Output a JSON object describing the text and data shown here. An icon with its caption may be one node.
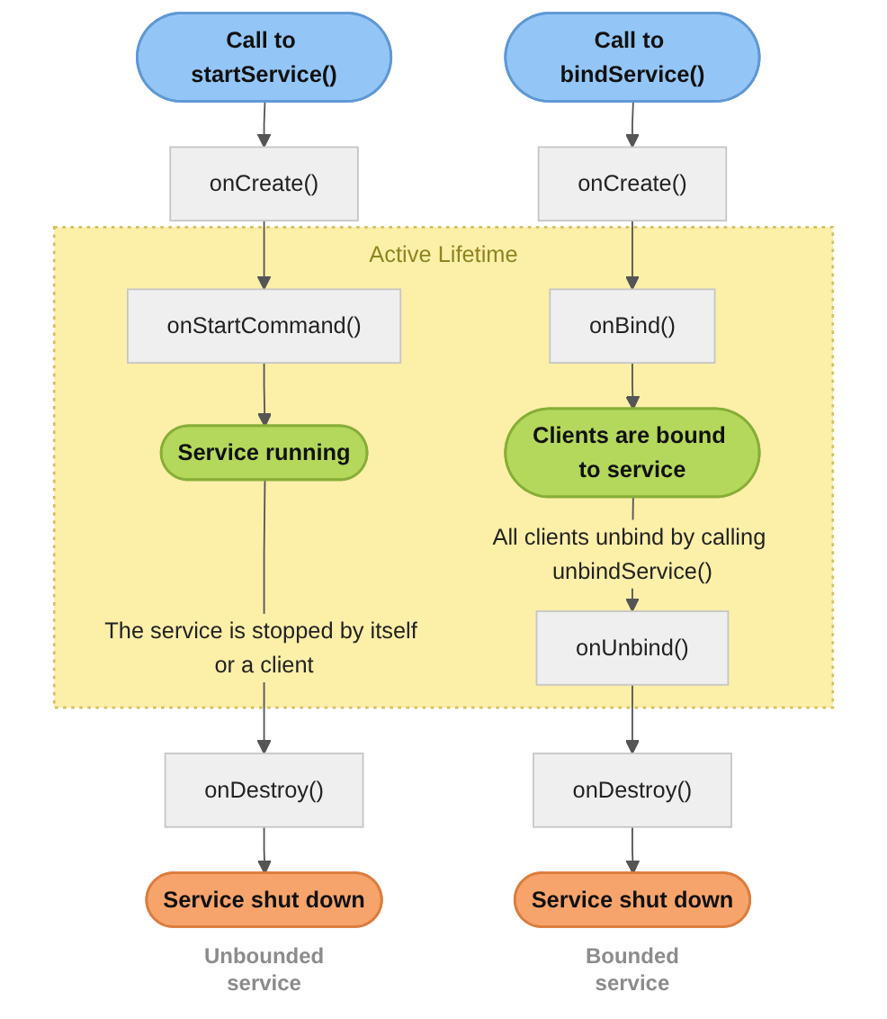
{
  "diagram": {
    "nodes": [
      {
        "text": [
          "Call to startService()"
        ]
      },
      {
        "text": [
          "Call to bindService()"
        ]
      },
      {
        "text": [
          "onCreate()"
        ]
      },
      {
        "text": [
          "onCreate()"
        ]
      },
      {
        "text": [
          "Active Lifetime"
        ]
      },
      {
        "text": [
          "onStartCommand()"
        ],
        "in": 4
      },
      {
        "text": [
          "onBind()"
        ],
        "in": 4
      },
      {
        "text": [
          "Service running"
        ],
        "in": 4
      },
      {
        "text": [
          "Clients are bound to service"
        ],
        "in": 4
      },
      {
        "text": [
          "onUnbind()"
        ],
        "in": 4
      },
      {
        "text": [
          "onDestroy()"
        ]
      },
      {
        "text": [
          "onDestroy()"
        ]
      },
      {
        "text": [
          "Service shut down"
        ]
      },
      {
        "text": [
          "Service shut down"
        ]
      }
    ],
    "edges": [
      {
        "from": 0,
        "to": 2,
        "arrow": "to"
      },
      {
        "from": 1,
        "to": 3,
        "arrow": "to"
      },
      {
        "from": 2,
        "to": 5,
        "arrow": "to"
      },
      {
        "from": 3,
        "to": 6,
        "arrow": "to"
      },
      {
        "from": 5,
        "to": 7,
        "arrow": "to"
      },
      {
        "from": 6,
        "to": 8,
        "arrow": "to"
      },
      {
        "from": 7,
        "to": 10,
        "arrow": "to",
        "label": "The service is stopped by itself or a client"
      },
      {
        "from": 8,
        "to": 9,
        "arrow": "to",
        "label": "All clients unbind by calling unbindService()"
      },
      {
        "from": 9,
        "to": 11,
        "arrow": "to"
      },
      {
        "from": 10,
        "to": 12,
        "arrow": "to"
      },
      {
        "from": 11,
        "to": 13,
        "arrow": "to"
      }
    ],
    "labels": [
      "Unbounded service",
      "Bounded service"
    ]
  }
}
